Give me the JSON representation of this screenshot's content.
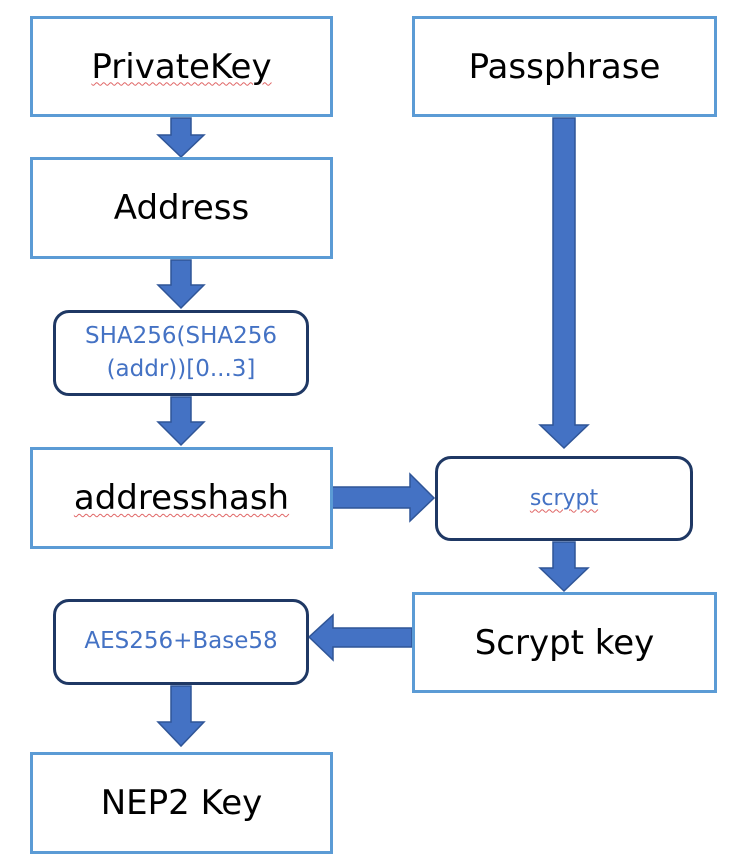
{
  "nodes": {
    "private_key": "PrivateKey",
    "passphrase": "Passphrase",
    "address": "Address",
    "sha_line1": "SHA256(SHA256",
    "sha_line2": "(addr))[0...3]",
    "addresshash": "addresshash",
    "scrypt": "scrypt",
    "scrypt_key": "Scrypt key",
    "aes": "AES256+Base58",
    "nep2": "NEP2 Key"
  },
  "colors": {
    "box_border": "#5b9bd5",
    "rounded_border": "#1f3864",
    "rounded_text": "#4472c4",
    "arrow_fill": "#4472c4",
    "arrow_stroke": "#2f5597"
  }
}
